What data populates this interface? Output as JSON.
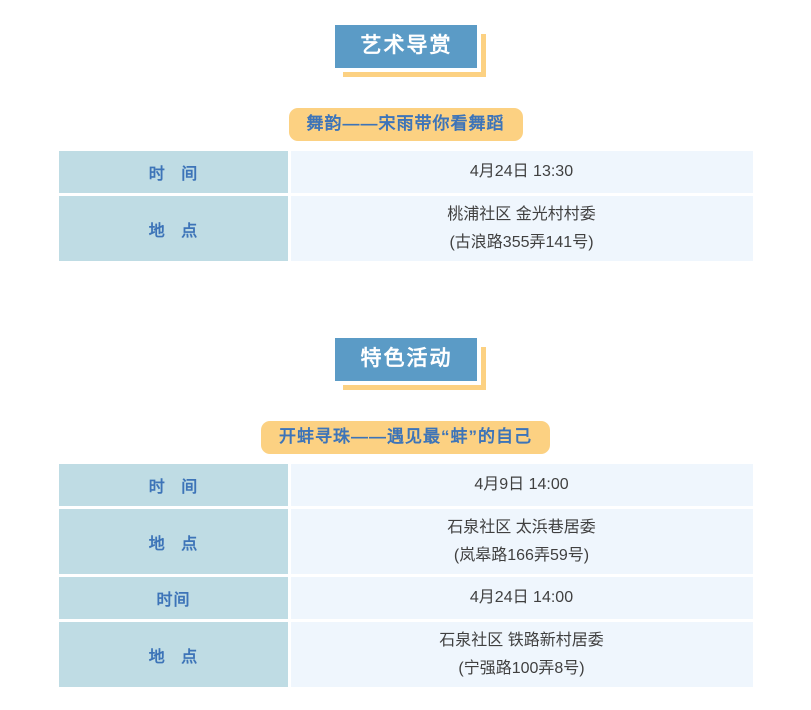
{
  "sections": [
    {
      "badge_label": "艺术导赏",
      "event_title": "舞韵——宋雨带你看舞蹈",
      "rows": [
        {
          "label": "时 间",
          "label_style": "spaced",
          "lines": [
            "4月24日 13:30"
          ]
        },
        {
          "label": "地 点",
          "label_style": "spaced",
          "lines": [
            "桃浦社区 金光村村委",
            "(古浪路355弄141号)"
          ]
        }
      ]
    },
    {
      "badge_label": "特色活动",
      "event_title": "开蚌寻珠——遇见最“蚌”的自己",
      "rows": [
        {
          "label": "时 间",
          "label_style": "spaced",
          "lines": [
            "4月9日 14:00"
          ]
        },
        {
          "label": "地 点",
          "label_style": "spaced",
          "lines": [
            "石泉社区 太浜巷居委",
            "(岚皋路166弄59号)"
          ]
        },
        {
          "label": "时间",
          "label_style": "tight",
          "lines": [
            "4月24日 14:00"
          ]
        },
        {
          "label": "地 点",
          "label_style": "spaced",
          "lines": [
            "石泉社区 铁路新村居委",
            "(宁强路100弄8号)"
          ]
        }
      ]
    }
  ],
  "colors": {
    "badge_bg": "#5b9bc6",
    "badge_text": "#ffffff",
    "frame_accent": "#fcd182",
    "pill_bg": "#fcd182",
    "pill_text": "#3d74b8",
    "label_cell_bg": "#bfdce4",
    "label_cell_text": "#3d74b8",
    "value_cell_bg": "#eff6fd",
    "value_cell_text": "#404040",
    "page_bg": "#ffffff"
  }
}
